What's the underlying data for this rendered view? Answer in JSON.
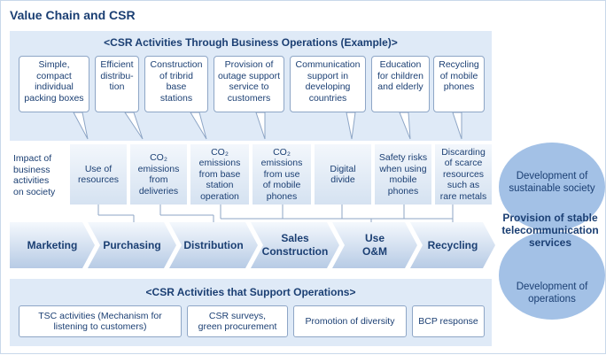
{
  "title": "Value Chain and CSR",
  "top_panel": {
    "heading": "<CSR Activities Through Business Operations (Example)>",
    "bubbles": [
      "Simple,\ncompact\nindividual\npacking boxes",
      "Efficient\ndistribu-\ntion",
      "Construction\nof tribrid\nbase\nstations",
      "Provision of\noutage support\nservice to\ncustomers",
      "Communication\nsupport in\ndeveloping\ncountries",
      "Education\nfor children\nand elderly",
      "Recycling\nof mobile\nphones"
    ]
  },
  "impact": {
    "label": "Impact of\nbusiness\nactivities\non society",
    "items": [
      "Use of\nresources",
      "CO₂\nemissions\nfrom\ndeliveries",
      "CO₂\nemissions\nfrom base\nstation\noperation",
      "CO₂\nemissions\nfrom use\nof mobile\nphones",
      "Digital\ndivide",
      "Safety risks\nwhen using\nmobile\nphones",
      "Discarding\nof scarce\nresources\nsuch as\nrare metals"
    ]
  },
  "chain": [
    "Marketing",
    "Purchasing",
    "Distribution",
    "Sales\nConstruction",
    "Use\nO&M",
    "Recycling"
  ],
  "bottom_panel": {
    "heading": "<CSR Activities that Support Operations>",
    "items": [
      "TSC activities (Mechanism for\nlistening to customers)",
      "CSR surveys,\ngreen procurement",
      "Promotion of diversity",
      "BCP response"
    ]
  },
  "circles": {
    "top": "Development of\nsustainable society",
    "center": "Provision of stable\ntelecommunication\nservices",
    "bottom": "Development of\noperations"
  },
  "colors": {
    "navy": "#1b3f73",
    "panel": "#dfeaf7",
    "circle": "#a3c1e6"
  }
}
